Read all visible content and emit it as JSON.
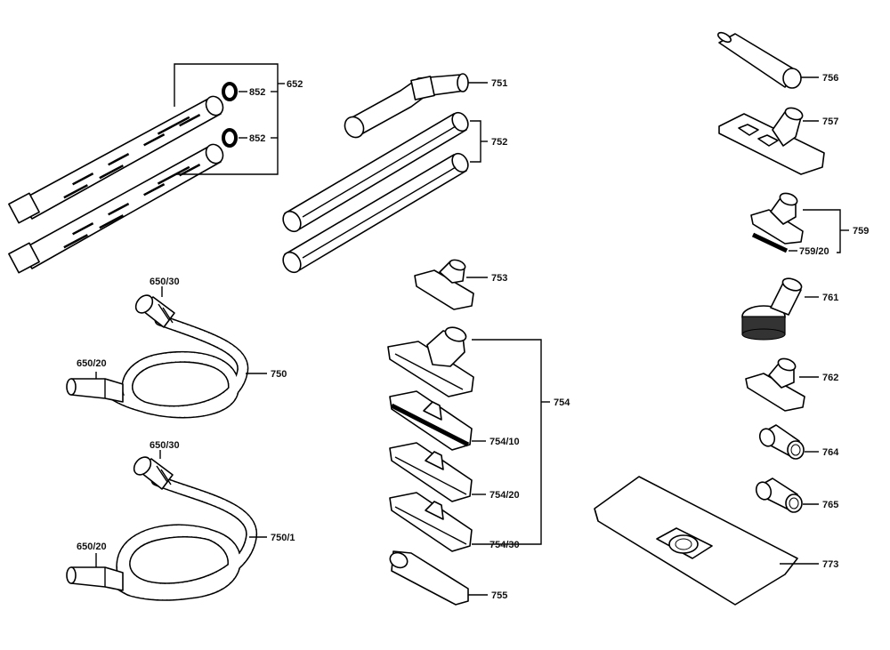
{
  "labels": {
    "l652": "652",
    "l852a": "852",
    "l852b": "852",
    "l751": "751",
    "l752": "752",
    "l753": "753",
    "l754": "754",
    "l754_10": "754/10",
    "l754_20": "754/20",
    "l754_30": "754/30",
    "l755": "755",
    "l756": "756",
    "l757": "757",
    "l759": "759",
    "l759_20": "759/20",
    "l761": "761",
    "l762": "762",
    "l764": "764",
    "l765": "765",
    "l773": "773",
    "l750": "750",
    "l750_1": "750/1",
    "l650_30a": "650/30",
    "l650_20a": "650/20",
    "l650_30b": "650/30",
    "l650_20b": "650/20"
  }
}
